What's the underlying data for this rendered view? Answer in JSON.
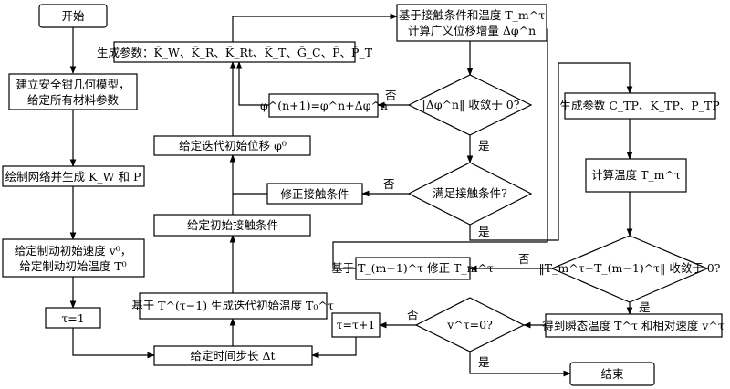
{
  "nodes": {
    "start": "开始",
    "build_model": [
      "建立安全钳几何模型，",
      "给定所有材料参数"
    ],
    "mesh": "绘制网络并生成 K_W 和 P",
    "init_vel_temp": [
      "给定制动初始速度 v⁰，",
      "给定制动初始温度 T⁰"
    ],
    "tau_one": "τ=1",
    "time_step": "给定时间步长 Δt",
    "init_temp_iter": "基于 T^(τ−1) 生成迭代初始温度 T₀^τ",
    "init_contact": "给定初始接触条件",
    "fix_contact": "修正接触条件",
    "init_disp": "给定迭代初始位移 φ⁰",
    "update_phi": "φ^(n+1)=φ^n+Δφ^n",
    "gen_params_left": "生成参数：K̄_W、K̄_R、K̄_Rt、K̄_T、Ḡ_C、P̄、P̄_T",
    "calc_disp": [
      "基于接触条件和温度 T_m^τ",
      "计算广义位移增量 Δφ^n"
    ],
    "dphi_conv": "‖Δφ^n‖ 收敛于 0?",
    "contact_ok": "满足接触条件?",
    "gen_params_right": "生成参数 C_TP、K_TP、P_TP",
    "calc_temp": "计算温度 T_m^τ",
    "temp_conv": "‖T_m^τ−T_(m−1)^τ‖ 收敛于 0?",
    "fix_temp": "基于 T_(m−1)^τ 修正 T_m^τ",
    "transient": "得到瞬态温度 T^τ 和相对速度 v^τ",
    "v_zero": "v^τ=0?",
    "tau_inc": "τ=τ+1",
    "end": "结束"
  },
  "edge_labels": {
    "no": "否",
    "yes": "是"
  }
}
